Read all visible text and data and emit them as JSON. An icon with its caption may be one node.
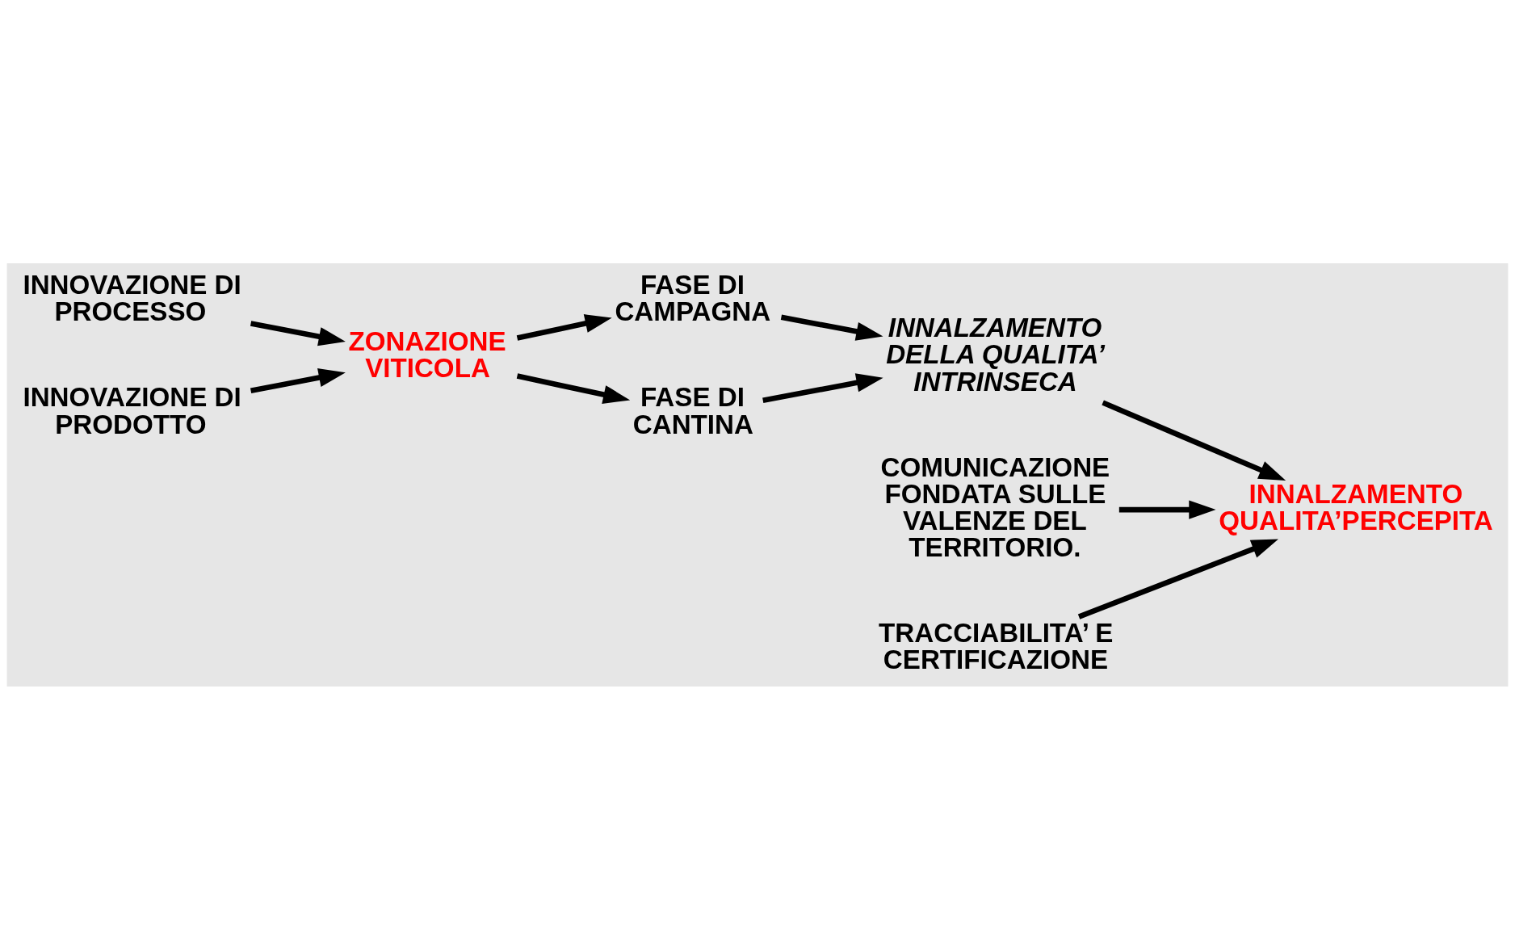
{
  "diagram": {
    "nodes": [
      {
        "text": [
          "INNOVAZIONE DI PROCESSO"
        ]
      },
      {
        "text": [
          "FASE DI CAMPAGNA"
        ]
      },
      {
        "text": [
          "COMUNICAZIONE FONDATA SULLE VALENZE DEL TERRITORIO."
        ]
      },
      {
        "text": [
          "ZONAZIONE VITICOLA"
        ]
      },
      {
        "text": [
          "INNALZAMENTO DELLA QUALITA’ INTRINSECA"
        ]
      },
      {
        "text": [
          "INNALZAMENTO QUALITA’PERCEPITA"
        ]
      },
      {
        "text": [
          "INNOVAZIONE DI PRODOTTO"
        ]
      },
      {
        "text": [
          "FASE DI CANTINA"
        ]
      },
      {
        "text": [
          "TRACCIABILITA’ E CERTIFICAZIONE"
        ]
      }
    ],
    "edges": [
      {
        "from": 0,
        "to": 3,
        "arrow": "to"
      },
      {
        "from": 6,
        "to": 3,
        "arrow": "to"
      },
      {
        "from": 3,
        "to": 1,
        "arrow": "to"
      },
      {
        "from": 3,
        "to": 7,
        "arrow": "to"
      },
      {
        "from": 1,
        "to": 4,
        "arrow": "to"
      },
      {
        "from": 7,
        "to": 4,
        "arrow": "to"
      },
      {
        "from": 4,
        "to": 5,
        "arrow": "to"
      },
      {
        "from": 2,
        "to": 5,
        "arrow": "to"
      },
      {
        "from": 8,
        "to": 5,
        "arrow": "to"
      }
    ]
  }
}
